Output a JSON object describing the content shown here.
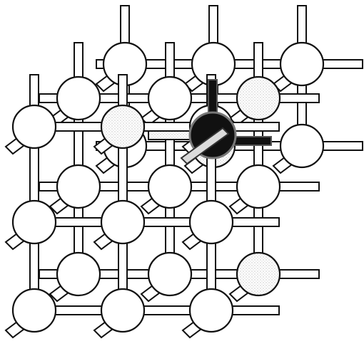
{
  "diagram": {
    "kind": "3D lattice of spheres connected by bonds",
    "layers": [
      {
        "name": "back",
        "rows": 2,
        "cols": 3,
        "highlighted": [
          [
            1,
            1
          ]
        ]
      },
      {
        "name": "middle",
        "rows": 3,
        "cols": 3,
        "highlighted": [
          [
            0,
            2
          ],
          [
            2,
            2
          ]
        ]
      },
      {
        "name": "front",
        "rows": 3,
        "cols": 3,
        "highlighted": [
          [
            0,
            1
          ]
        ]
      }
    ],
    "center_atom": {
      "style": "black",
      "bonds": [
        "up",
        "left",
        "right"
      ]
    },
    "colors": {
      "sphere_fill": "#ffffff",
      "sphere_highlight_fill": "#e6e6e6",
      "center_fill": "#111111",
      "stroke": "#111111",
      "bond_fill": "#ffffff",
      "highlight_bond_fill": "#d9d9d9",
      "background": "#ffffff"
    }
  }
}
